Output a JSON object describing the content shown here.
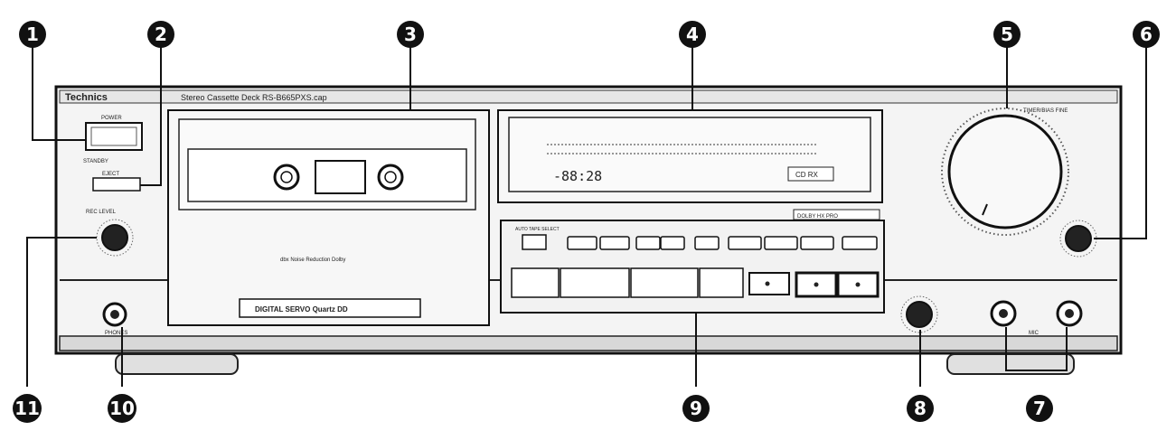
{
  "brand": "Technics",
  "model_line": "Stereo Cassette Deck RS-B665PXS.cap",
  "labels": {
    "power": "POWER",
    "standby": "STANDBY",
    "eject": "EJECT",
    "rec_level": "REC LEVEL",
    "nr_bar": "dbx  Noise Reduction  Dolby",
    "servo": "DIGITAL SERVO Quartz DD",
    "phones": "PHONES",
    "timer_bias": "TIMER/BIAS FINE",
    "display_digits": "-88:28",
    "display_box": "CD RX",
    "auto_tape": "AUTO TAPE SELECT",
    "dolby_hx": "DOLBY HX PRO",
    "mic_input": "MIC"
  },
  "callouts": [
    "1",
    "2",
    "3",
    "4",
    "5",
    "6",
    "7",
    "8",
    "9",
    "10",
    "11"
  ]
}
